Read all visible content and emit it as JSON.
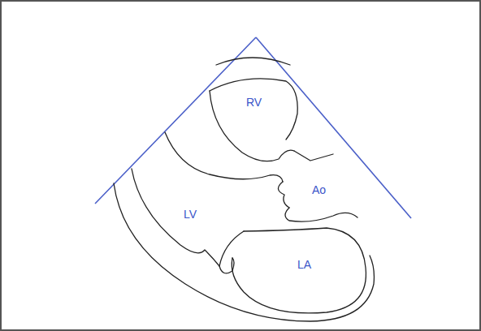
{
  "diagram": {
    "labels": [
      "RV",
      "Ao",
      "LV",
      "LA"
    ]
  }
}
